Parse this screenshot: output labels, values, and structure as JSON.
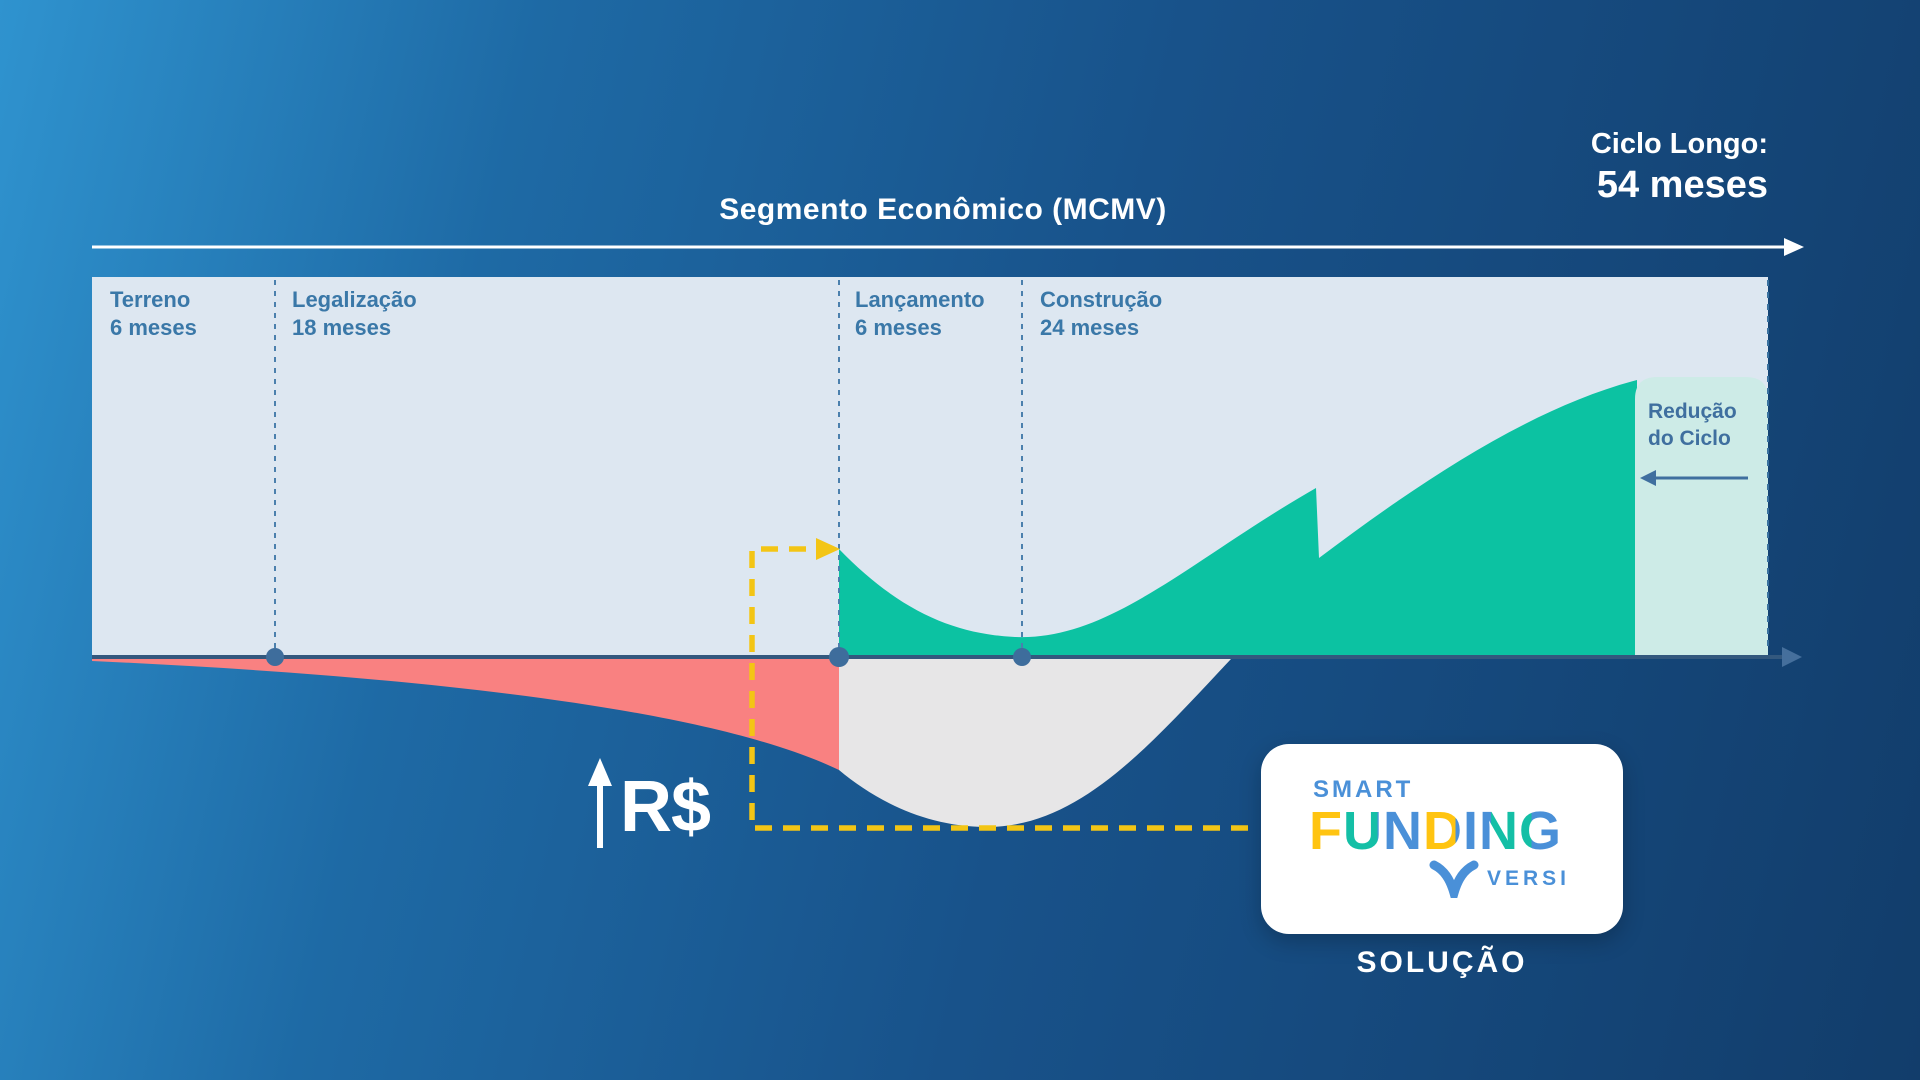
{
  "title": "Segmento Econômico (MCMV)",
  "cycle": {
    "label": "Ciclo Longo:",
    "value": "54 meses"
  },
  "phases": [
    {
      "name": "Terreno",
      "duration": "6 meses"
    },
    {
      "name": "Legalização",
      "duration": "18 meses"
    },
    {
      "name": "Lançamento",
      "duration": "6 meses"
    },
    {
      "name": "Construção",
      "duration": "24 meses"
    }
  ],
  "annotations": {
    "reduction_line1": "Redução",
    "reduction_line2": "do Ciclo",
    "money_label": "R$"
  },
  "solution": {
    "brand_top": "SMART",
    "brand_main": "FUNDING",
    "brand_sub": "VERSI",
    "caption": "SOLUÇÃO"
  },
  "colors": {
    "background_left": "#2f93cf",
    "background_right": "#123d6b",
    "panel": "#dde7f1",
    "mint_panel": "#cdebe7",
    "green": "#0cc2a2",
    "red": "#f98181",
    "gray_deficit": "#e7e6e7",
    "yellow": "#f3c515",
    "label_blue": "#3a78a8",
    "axis_blue": "#33587e",
    "dot_blue": "#3e6d9c",
    "white": "#ffffff",
    "brand_blue": "#4a90d8",
    "brand_teal": "#14bfa6",
    "brand_yellow": "#ffc411"
  }
}
